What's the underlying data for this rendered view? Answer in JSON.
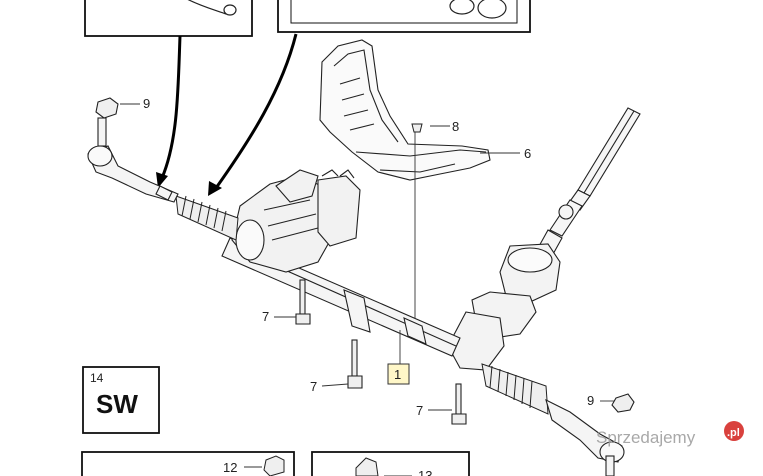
{
  "diagram": {
    "callouts": {
      "tie_rod_nut_left": "9",
      "tie_rod_nut_right": "9",
      "bolt_a": "8",
      "heat_shield": "6",
      "bolt_left": "7",
      "bolt_mid": "7",
      "bolt_right": "7",
      "steering_gear": "1",
      "bottom_box_a_part": "12",
      "bottom_box_b_part": "13"
    },
    "sw_box": {
      "number": "14",
      "label": "SW"
    }
  },
  "watermark": {
    "text": "Sprzedajemy",
    "domain_mark": ".pl"
  }
}
